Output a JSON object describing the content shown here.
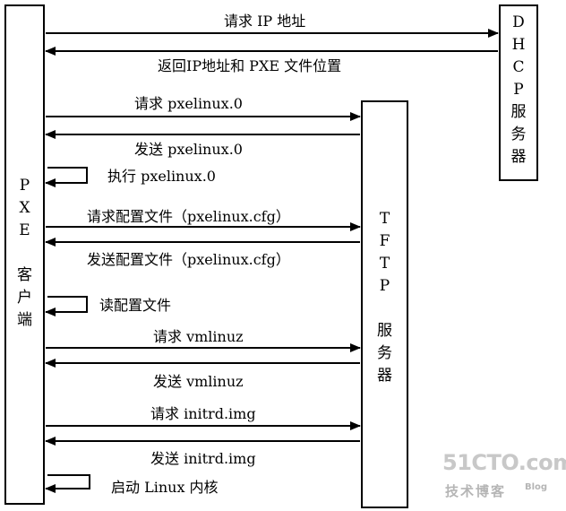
{
  "pxe_client": {
    "label": "P\nX\nE\n\n客\n户\n端"
  },
  "tftp_server": {
    "label": "T\nF\nT\nP\n\n服\n务\n器"
  },
  "dhcp_server": {
    "label": "D\nH\nC\nP\n服\n务\n器"
  },
  "messages": [
    {
      "id": "m1",
      "text": "请求 IP 地址"
    },
    {
      "id": "m2",
      "text": "返回IP地址和 PXE 文件位置"
    },
    {
      "id": "m3",
      "text": "请求 pxelinux.0"
    },
    {
      "id": "m4",
      "text": "发送 pxelinux.0"
    },
    {
      "id": "m5",
      "text": "执行 pxelinux.0"
    },
    {
      "id": "m6",
      "text": "请求配置文件（pxelinux.cfg）"
    },
    {
      "id": "m7",
      "text": "发送配置文件（pxelinux.cfg）"
    },
    {
      "id": "m8",
      "text": "读配置文件"
    },
    {
      "id": "m9",
      "text": "请求 vmlinuz"
    },
    {
      "id": "m10",
      "text": "发送 vmlinuz"
    },
    {
      "id": "m11",
      "text": "请求 initrd.img"
    },
    {
      "id": "m12",
      "text": "发送  initrd.img"
    },
    {
      "id": "m13",
      "text": "启动 Linux 内核"
    }
  ],
  "watermark": {
    "brand": "51CTO.com",
    "tagline": "技术博客",
    "suffix": "Blog"
  }
}
